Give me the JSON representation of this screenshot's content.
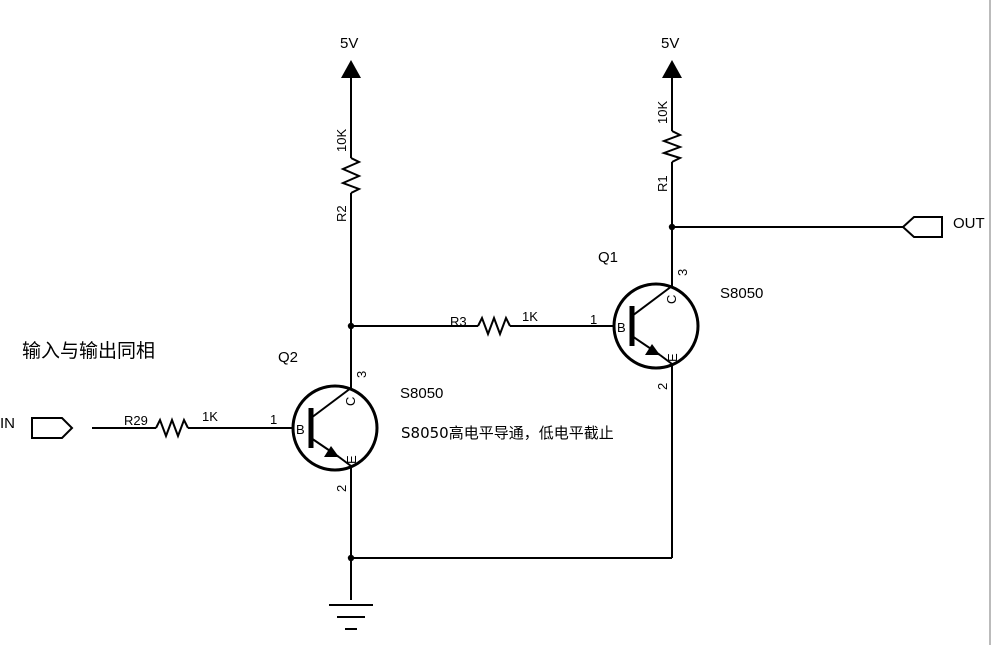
{
  "power": {
    "left": "5V",
    "right": "5V"
  },
  "resistors": {
    "r2": {
      "ref": "R2",
      "value": "10K"
    },
    "r1": {
      "ref": "R1",
      "value": "10K"
    },
    "r3": {
      "ref": "R3",
      "value": "1K"
    },
    "r29": {
      "ref": "R29",
      "value": "1K"
    }
  },
  "transistors": {
    "q1": {
      "ref": "Q1",
      "part": "S8050",
      "base": "B",
      "collector": "C",
      "emitter": "E",
      "pin_base": "1",
      "pin_collector": "3",
      "pin_emitter": "2"
    },
    "q2": {
      "ref": "Q2",
      "part": "S8050",
      "base": "B",
      "collector": "C",
      "emitter": "E",
      "pin_base": "1",
      "pin_collector": "3",
      "pin_emitter": "2"
    }
  },
  "ports": {
    "in": "IN",
    "out": "OUT"
  },
  "notes": {
    "title": "输入与输出同相",
    "description": "S8050高电平导通，低电平截止"
  },
  "colors": {
    "wire": "#000000",
    "background": "#ffffff"
  }
}
